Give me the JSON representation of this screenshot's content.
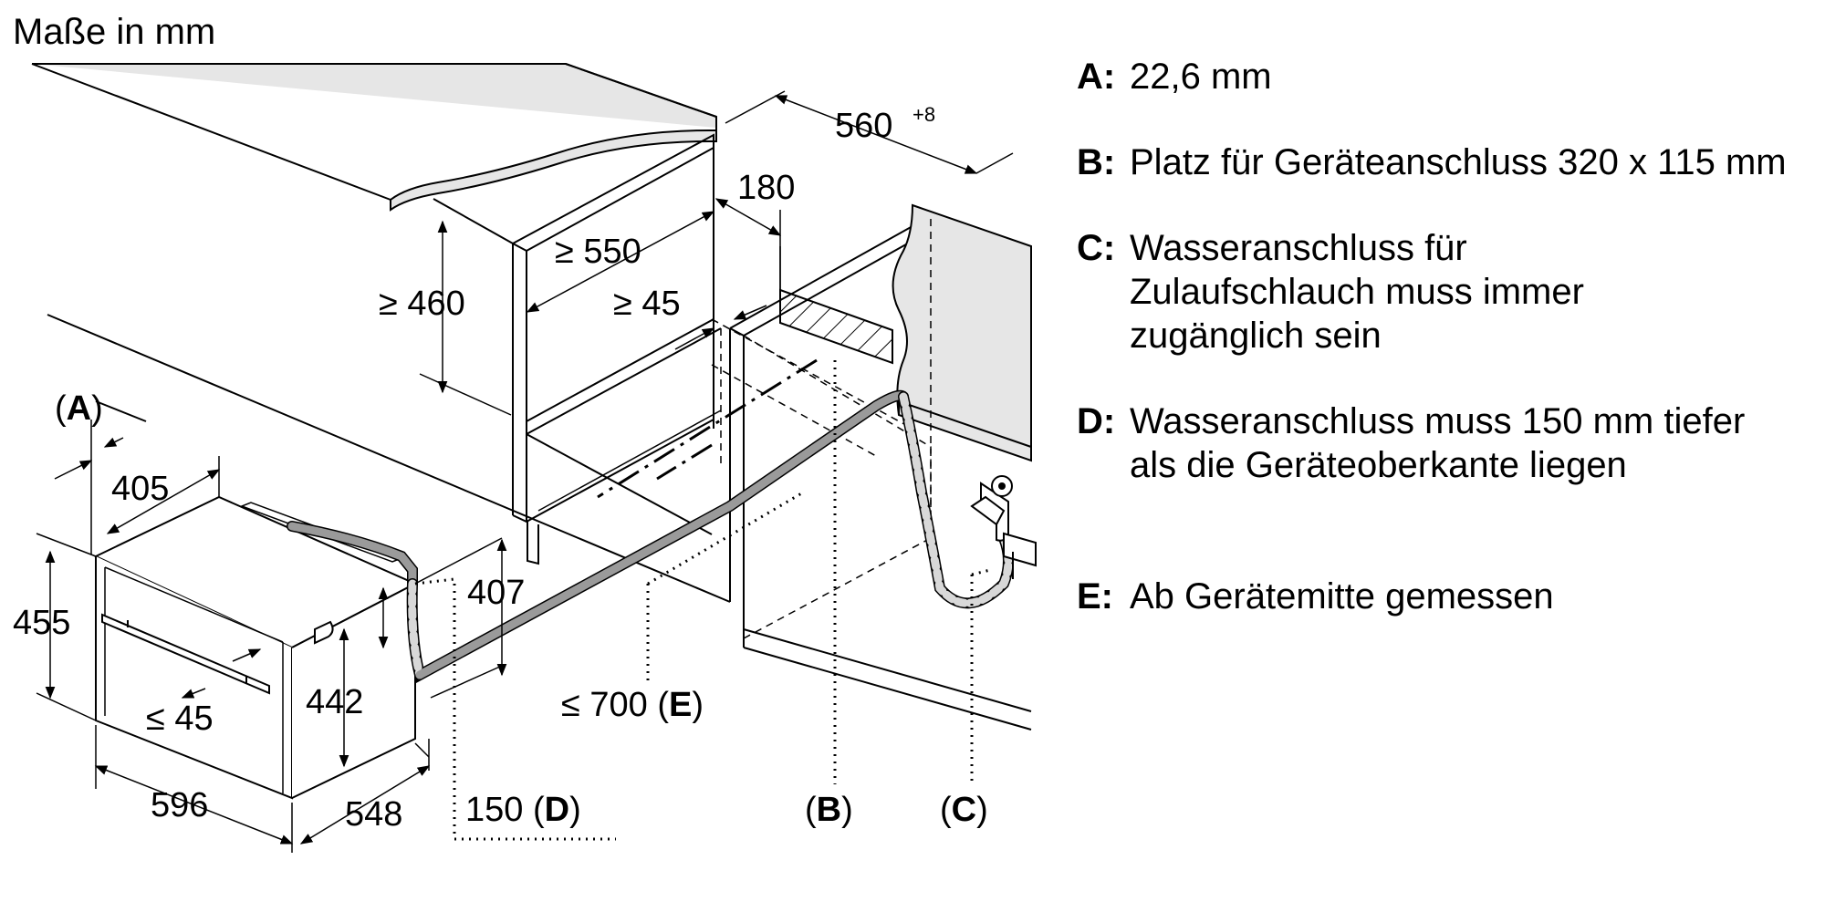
{
  "header": {
    "title": "Maße in mm"
  },
  "dimensions": {
    "d560": "560",
    "d560_tol": "+8",
    "d180": "180",
    "d550": "≥ 550",
    "d460": "≥ 460",
    "d45_top": "≥ 45",
    "dA": "A",
    "d405": "405",
    "d455": "455",
    "d407": "407",
    "d442": "442",
    "d45_front": "≤ 45",
    "d596": "596",
    "d548": "548",
    "d150": "150",
    "dD": "D",
    "d700": "≤ 700",
    "dE": "E",
    "dB": "B",
    "dC": "C"
  },
  "legend": [
    {
      "key": "A:",
      "text": "22,6 mm"
    },
    {
      "key": "B:",
      "text": "Platz für Geräteanschluss 320 x 115 mm"
    },
    {
      "key": "C:",
      "text": "Wasseranschluss für Zulaufschlauch muss immer zugänglich sein"
    },
    {
      "key": "D:",
      "text": "Wasseranschluss muss 150 mm tiefer als die Geräteoberkante liegen"
    },
    {
      "key": "E:",
      "text": "Ab Gerätemitte gemessen"
    }
  ]
}
